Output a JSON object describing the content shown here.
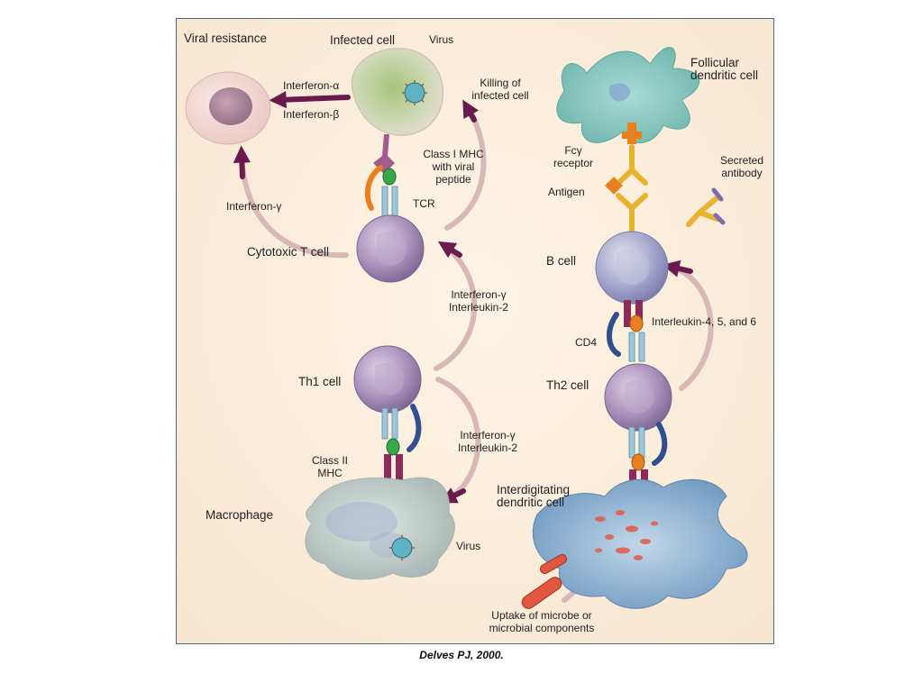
{
  "colors": {
    "background": "#fbeedb",
    "arrow": "#6a1b4d",
    "arrow_faint": "#d9b7b7",
    "cell_purple": "#a48cb6",
    "receptor_blue": "#9cc8de",
    "mhc_magenta": "#8e2a5a",
    "green_peptide": "#38a84a",
    "orange_peptide": "#e9801f",
    "antibody_yellow": "#e8b22e",
    "dendritic_teal": "#7dc3bb",
    "dendritic_blue": "#7ea4c8",
    "macrophage_gray": "#bcc8c6"
  },
  "labels": {
    "viral_resistance": "Viral resistance",
    "infected_cell": "Infected cell",
    "virus_top": "Virus",
    "interferon_alpha": "Interferon-α",
    "interferon_beta": "Interferon-β",
    "killing_of_infected_cell": [
      "Killing of",
      "infected cell"
    ],
    "class_i_mhc": [
      "Class I MHC",
      "with viral",
      "peptide"
    ],
    "tcr": "TCR",
    "interferon_gamma_left": "Interferon-γ",
    "cytotoxic_t_cell": "Cytotoxic T cell",
    "ifn_il2_upper": [
      "Interferon-γ",
      "Interleukin-2"
    ],
    "th1_cell": "Th1 cell",
    "ifn_il2_lower": [
      "Interferon-γ",
      "Interleukin-2"
    ],
    "class_ii_mhc": [
      "Class II",
      "MHC"
    ],
    "macrophage": "Macrophage",
    "virus_bottom": "Virus",
    "follicular_dendritic_cell": [
      "Follicular",
      "dendritic cell"
    ],
    "fc_gamma_receptor": [
      "Fcγ",
      "receptor"
    ],
    "secreted_antibody": [
      "Secreted",
      "antibody"
    ],
    "antigen": "Antigen",
    "b_cell": "B cell",
    "interleukin_456": "Interleukin-4, 5, and 6",
    "cd4": "CD4",
    "th2_cell": "Th2 cell",
    "interdigitating_dendritic_cell": [
      "Interdigitating",
      "dendritic cell"
    ],
    "uptake": [
      "Uptake of microbe or",
      "microbial components"
    ]
  },
  "caption": "Delves PJ, 2000."
}
